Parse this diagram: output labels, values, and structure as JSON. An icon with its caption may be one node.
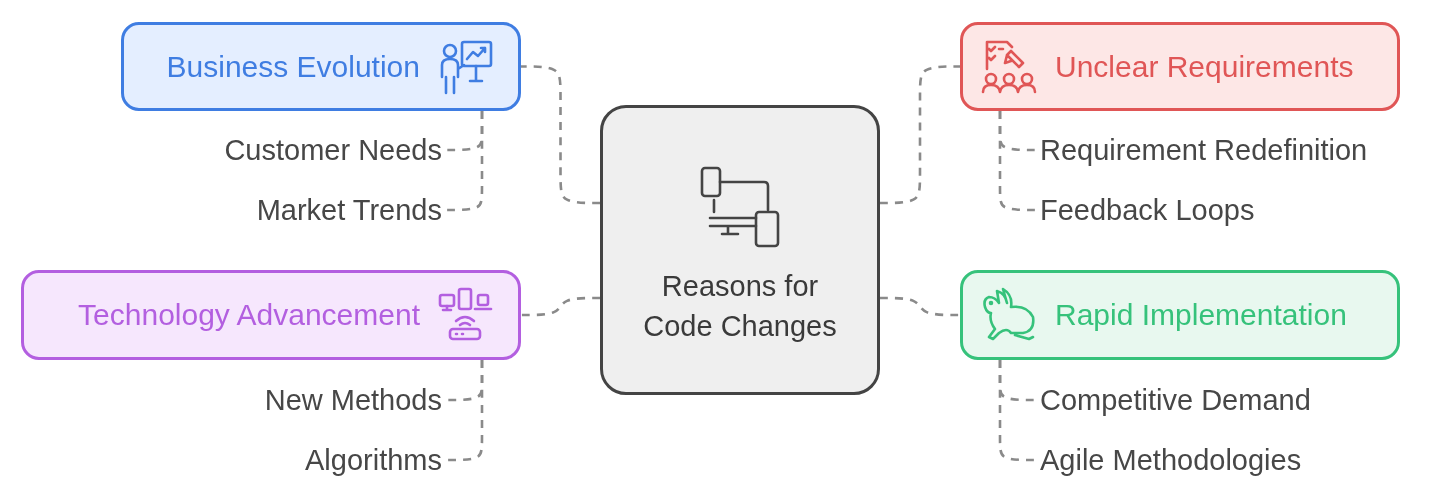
{
  "diagram": {
    "nodes": [
      {
        "text": [
          "Reasons for Code Changes"
        ]
      },
      {
        "text": [
          "Business Evolution"
        ]
      },
      {
        "text": [
          "Customer Needs"
        ]
      },
      {
        "text": [
          "Market Trends"
        ]
      },
      {
        "text": [
          "Unclear Requirements"
        ]
      },
      {
        "text": [
          "Requirement Redefinition"
        ]
      },
      {
        "text": [
          "Feedback Loops"
        ]
      },
      {
        "text": [
          "Technology Advancement"
        ]
      },
      {
        "text": [
          "New Methods"
        ]
      },
      {
        "text": [
          "Algorithms"
        ]
      },
      {
        "text": [
          "Rapid Implementation"
        ]
      },
      {
        "text": [
          "Competitive Demand"
        ]
      },
      {
        "text": [
          "Agile Methodologies"
        ]
      }
    ],
    "edges": [
      {
        "from": 0,
        "to": 1,
        "arrow": "none",
        "style": "dashed"
      },
      {
        "from": 1,
        "to": 2,
        "arrow": "none",
        "style": "dashed"
      },
      {
        "from": 1,
        "to": 3,
        "arrow": "none",
        "style": "dashed"
      },
      {
        "from": 0,
        "to": 4,
        "arrow": "none",
        "style": "dashed"
      },
      {
        "from": 4,
        "to": 5,
        "arrow": "none",
        "style": "dashed"
      },
      {
        "from": 4,
        "to": 6,
        "arrow": "none",
        "style": "dashed"
      },
      {
        "from": 0,
        "to": 7,
        "arrow": "none",
        "style": "dashed"
      },
      {
        "from": 7,
        "to": 8,
        "arrow": "none",
        "style": "dashed"
      },
      {
        "from": 7,
        "to": 9,
        "arrow": "none",
        "style": "dashed"
      },
      {
        "from": 0,
        "to": 10,
        "arrow": "none",
        "style": "dashed"
      },
      {
        "from": 10,
        "to": 11,
        "arrow": "none",
        "style": "dashed"
      },
      {
        "from": 10,
        "to": 12,
        "arrow": "none",
        "style": "dashed"
      }
    ]
  }
}
